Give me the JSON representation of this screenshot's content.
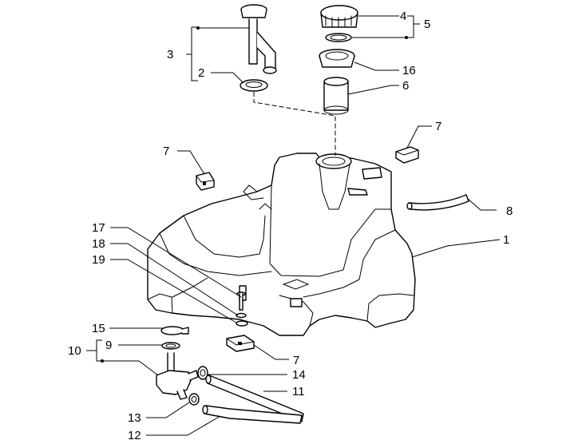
{
  "colors": {
    "ink": "#000000",
    "paper": "#ffffff"
  },
  "callouts": {
    "c1": "1",
    "c2": "2",
    "c3": "3",
    "c4": "4",
    "c5": "5",
    "c6": "6",
    "c7a": "7",
    "c7b": "7",
    "c7c": "7",
    "c8": "8",
    "c9": "9",
    "c10": "10",
    "c11": "11",
    "c12": "12",
    "c13": "13",
    "c14": "14",
    "c15": "15",
    "c16": "16",
    "c17": "17",
    "c18": "18",
    "c19": "19"
  }
}
